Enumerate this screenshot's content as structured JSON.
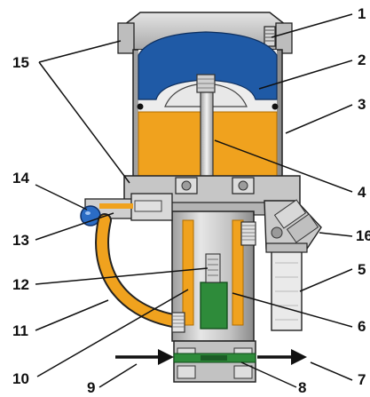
{
  "colors": {
    "metal": "#c9c9c9",
    "metal_dark": "#8f8f8f",
    "outline": "#222222",
    "diaphragm": "#1f5aa6",
    "fluid": "#f0a21e",
    "filter": "#2e8b3a",
    "check_ball": "#2b6cc4",
    "leader": "#111111"
  },
  "labels": [
    {
      "id": "c1",
      "text": "1"
    },
    {
      "id": "c2",
      "text": "2"
    },
    {
      "id": "c3",
      "text": "3"
    },
    {
      "id": "c4",
      "text": "4"
    },
    {
      "id": "c5",
      "text": "5"
    },
    {
      "id": "c6",
      "text": "6"
    },
    {
      "id": "c7",
      "text": "7"
    },
    {
      "id": "c8",
      "text": "8"
    },
    {
      "id": "c9",
      "text": "9"
    },
    {
      "id": "c10",
      "text": "10"
    },
    {
      "id": "c11",
      "text": "11"
    },
    {
      "id": "c12",
      "text": "12"
    },
    {
      "id": "c13",
      "text": "13"
    },
    {
      "id": "c14",
      "text": "14"
    },
    {
      "id": "c15",
      "text": "15"
    },
    {
      "id": "c16",
      "text": "16"
    }
  ]
}
